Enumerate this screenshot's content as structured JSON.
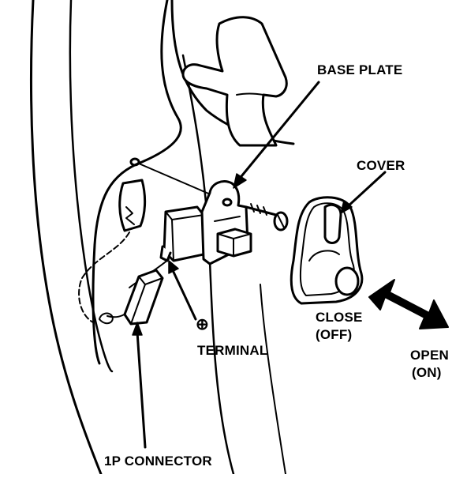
{
  "labels": {
    "base_plate": "BASE PLATE",
    "cover": "COVER",
    "close_line1": "CLOSE",
    "close_line2": "(OFF)",
    "open_line1": "OPEN",
    "open_line2": "(ON)",
    "terminal_symbol": "⊕",
    "terminal": "TERMINAL",
    "connector": "1P CONNECTOR"
  },
  "colors": {
    "ink": "#000000",
    "paper": "#ffffff"
  }
}
